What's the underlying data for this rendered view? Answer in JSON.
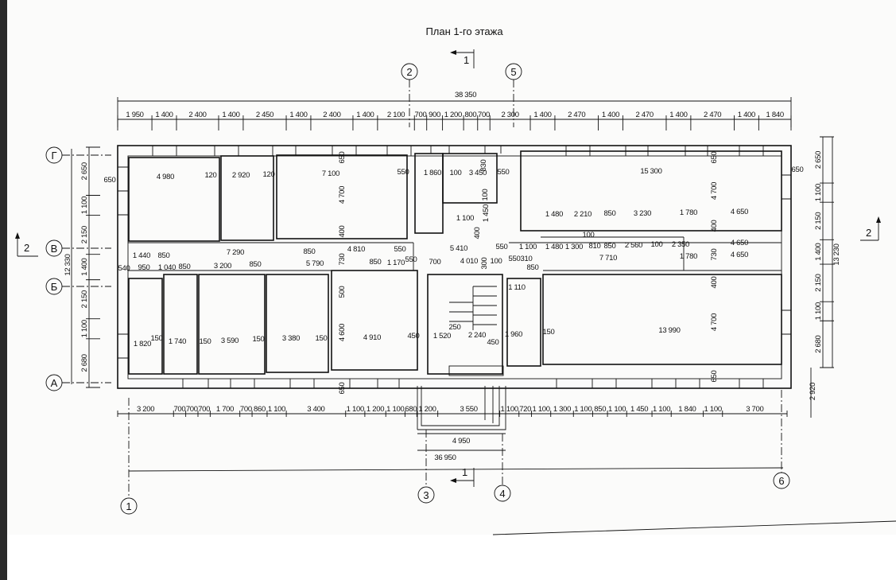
{
  "title": "План 1-го этажа",
  "section_marks": {
    "top": "1",
    "bottom": "1",
    "left": "2",
    "right": "2"
  },
  "axes": {
    "rows": [
      "Г",
      "В",
      "Б",
      "А"
    ],
    "columns": [
      "1",
      "2",
      "3",
      "4",
      "5",
      "6"
    ]
  },
  "overall": {
    "top_total": "38 350"
  },
  "chains": {
    "top": [
      1950,
      1400,
      2400,
      1400,
      2450,
      1400,
      2400,
      1400,
      2100,
      700,
      900,
      1200,
      800,
      700,
      2300,
      1400,
      2470,
      1400,
      2470,
      1400,
      2470,
      1400,
      1840
    ],
    "bottom": [
      3200,
      700,
      700,
      700,
      1700,
      700,
      860,
      1100,
      3400,
      1100,
      1200,
      1100,
      680,
      1200,
      3550,
      1100,
      720,
      1100,
      1300,
      1100,
      850,
      1100,
      1450,
      1100,
      1840,
      1100,
      3700
    ],
    "left": [
      2650,
      1100,
      2150,
      1400,
      2150,
      1100,
      2680
    ],
    "right": [
      2650,
      1100,
      2150,
      1400,
      2150,
      1100,
      2680
    ]
  },
  "interior_dims": [
    "4 980",
    "120",
    "2 920",
    "120",
    "7 100",
    "550",
    "1 860",
    "100",
    "3 450",
    "550",
    "15 300",
    "650",
    "650",
    "1 100",
    "1 480",
    "2 210",
    "850",
    "3 230",
    "1 780",
    "4 650",
    "100",
    "1 440",
    "850",
    "7 290",
    "850",
    "4 810",
    "550",
    "5 410",
    "550",
    "1 100",
    "1 480",
    "1 300",
    "810",
    "850",
    "2 560",
    "100",
    "2 350",
    "4 650",
    "540",
    "950",
    "1 040",
    "850",
    "3 200",
    "850",
    "5 790",
    "850",
    "1 170",
    "550",
    "700",
    "4 010",
    "100",
    "550",
    "310",
    "850",
    "7 710",
    "1 780",
    "4 650",
    "1 110",
    "1 820",
    "150",
    "1 740",
    "150",
    "3 590",
    "150",
    "3 380",
    "150",
    "4 910",
    "450",
    "1 520",
    "250",
    "2 240",
    "450",
    "1 960",
    "150",
    "13 990",
    "4 950",
    "36 950",
    "650",
    "4 700",
    "400",
    "830",
    "100",
    "1 450",
    "400",
    "730",
    "300",
    "500",
    "4 600",
    "650",
    "650",
    "4 700",
    "400",
    "730",
    "400",
    "4 700",
    "650",
    "2 920",
    "12 330",
    "13 230"
  ]
}
